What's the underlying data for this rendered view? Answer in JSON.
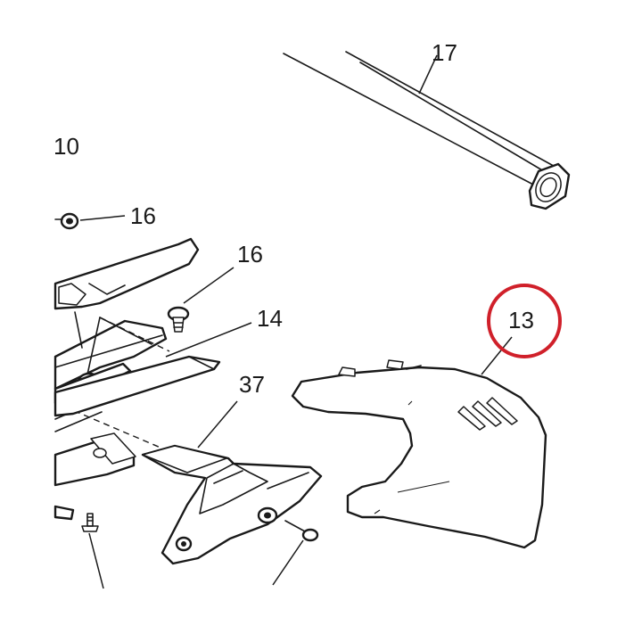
{
  "diagram": {
    "callouts": {
      "c17": "17",
      "c10": "10",
      "c16a": "16",
      "c16b": "16",
      "c14": "14",
      "c37": "37",
      "c13": "13"
    },
    "highlight": {
      "target": "13",
      "color": "#d0202a"
    },
    "line_color": "#1a1a1a"
  }
}
